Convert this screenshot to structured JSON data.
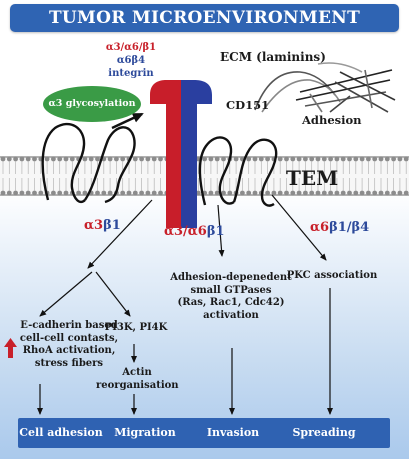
{
  "title": "TUMOR MICROENVIRONMENT",
  "integrin_label": {
    "a3a6b1": "α3/α6/β1",
    "a6b4": "α6β4",
    "integrin": "integrin"
  },
  "ecm_label": "ECM (laminins)",
  "glycosylation_label": "α3 glycosylation",
  "cd151_label": "CD151",
  "adhesion_label": "Adhesion",
  "tem_label": "TEM",
  "pathways": {
    "a3b1": {
      "alpha": "α3",
      "beta": "β1"
    },
    "a3a6b1": {
      "alpha": "α3/α6",
      "beta": "β1"
    },
    "a6b1b4": {
      "alpha": "α6",
      "beta": "β1/β4"
    }
  },
  "boxes": {
    "ecadherin": [
      "E-cadherin based",
      "cell-cell contasts,",
      "RhoA activation,",
      "stress fibers"
    ],
    "pi3k": "PI3K, PI4K",
    "actin": [
      "Actin",
      "reorganisation"
    ],
    "gtpases": [
      "Adhesion-depenedent",
      "small GTPases",
      "(Ras, Rac1, Cdc42)",
      "activation"
    ],
    "pkc": "PKC association"
  },
  "outcomes": [
    "Cell adhesion",
    "Migration",
    "Invasion",
    "Spreading"
  ],
  "colors": {
    "title_bar": "#2f64b3",
    "alpha_red": "#c8202a",
    "beta_blue": "#2d4a9b",
    "glycosylation_green": "#3a9b46",
    "up_arrow": "#c8202a"
  }
}
